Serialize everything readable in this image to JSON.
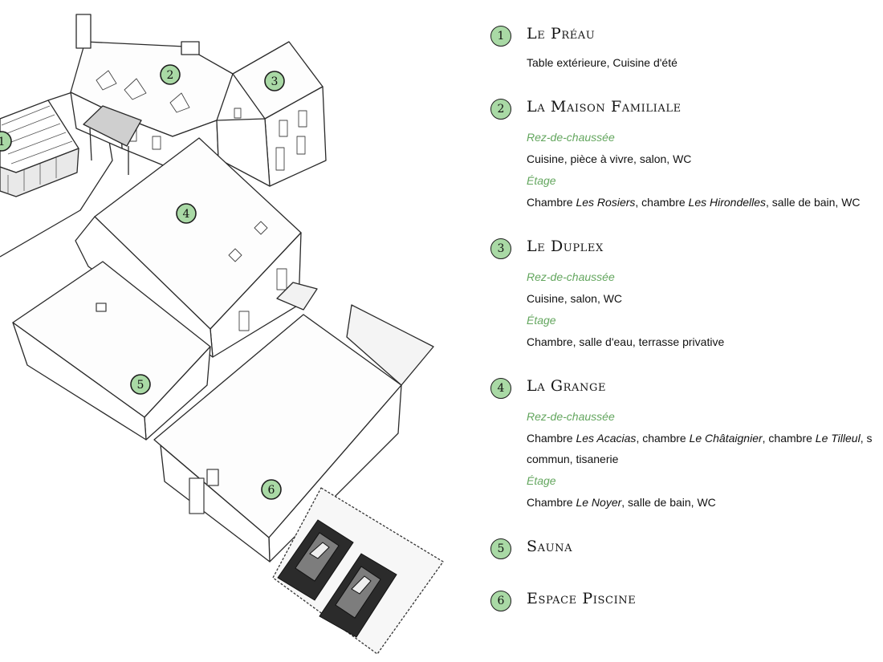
{
  "accent_color": "#a9d9a5",
  "subheading_color": "#63a65e",
  "map": {
    "markers": [
      "1",
      "2",
      "3",
      "4",
      "5",
      "6"
    ]
  },
  "entries": [
    {
      "number": "1",
      "title": "Le Préau",
      "details": [
        {
          "text": "Table extérieure, Cuisine d'été"
        }
      ]
    },
    {
      "number": "2",
      "title": "La Maison Familiale",
      "sections": [
        {
          "label": "Rez-de-chaussée",
          "parts": [
            "Cuisine, pièce à vivre, salon, WC"
          ]
        },
        {
          "label": "Étage",
          "parts": [
            "Chambre ",
            "Les Rosiers",
            ", chambre ",
            "Les Hirondelles",
            ", salle de bain, WC"
          ]
        }
      ]
    },
    {
      "number": "3",
      "title": "Le Duplex",
      "sections": [
        {
          "label": "Rez-de-chaussée",
          "parts": [
            "Cuisine, salon, WC"
          ]
        },
        {
          "label": "Étage",
          "parts": [
            "Chambre, salle d'eau, terrasse privative"
          ]
        }
      ]
    },
    {
      "number": "4",
      "title": "La Grange",
      "sections": [
        {
          "label": "Rez-de-chaussée",
          "parts": [
            "Chambre ",
            "Les Acacias",
            ", chambre ",
            "Le Châtaignier",
            ", chambre ",
            "Le Tilleul",
            ", s"
          ],
          "continuation": "commun, tisanerie"
        },
        {
          "label": "Étage",
          "parts": [
            "Chambre ",
            "Le Noyer",
            ", salle de bain, WC"
          ]
        }
      ]
    },
    {
      "number": "5",
      "title": "Sauna"
    },
    {
      "number": "6",
      "title": "Espace Piscine"
    }
  ]
}
